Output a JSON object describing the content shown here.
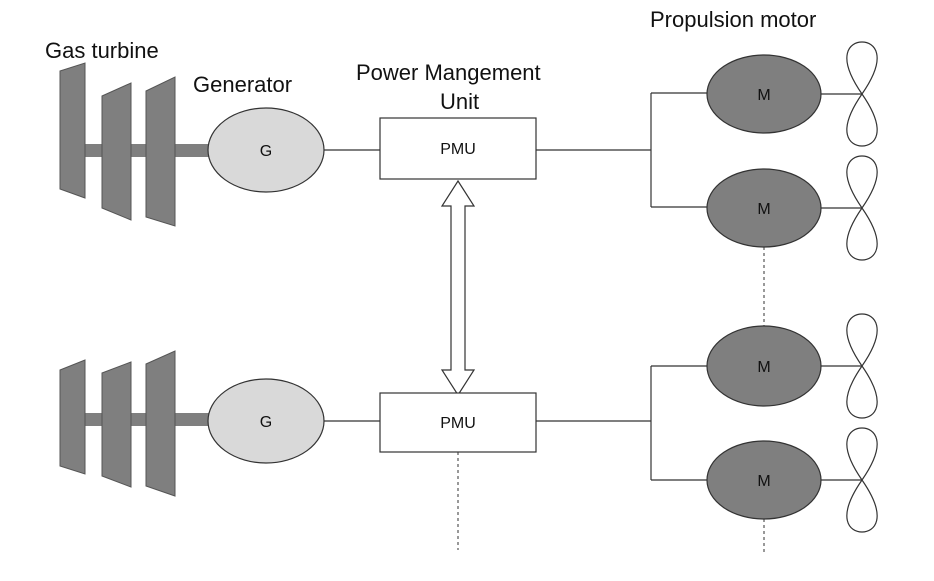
{
  "labels": {
    "gas_turbine": "Gas turbine",
    "generator": "Generator",
    "pmu_title_line1": "Power Mangement",
    "pmu_title_line2": "Unit",
    "propulsion_motor": "Propulsion motor"
  },
  "nodes": {
    "generator_symbol": "G",
    "pmu_box": "PMU",
    "motor_symbol": "M"
  },
  "colors": {
    "turbine": "#7f7f7f",
    "generator": "#d9d9d9",
    "motor": "#7f7f7f",
    "line": "#333333"
  }
}
